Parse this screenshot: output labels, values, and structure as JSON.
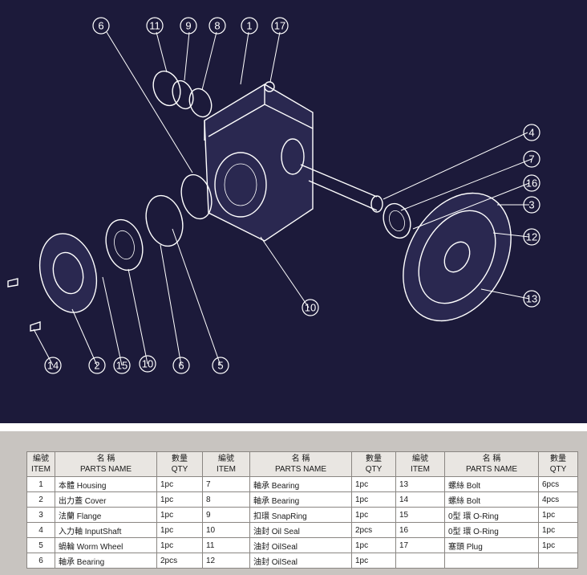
{
  "callouts": [
    "6",
    "11",
    "9",
    "8",
    "1",
    "17",
    "4",
    "7",
    "16",
    "3",
    "12",
    "13",
    "10",
    "14",
    "2",
    "15",
    "10",
    "6",
    "5"
  ],
  "table": {
    "headers": {
      "item_zh": "編號",
      "item_en": "ITEM",
      "name_zh": "名  稱",
      "name_en": "PARTS NAME",
      "qty_zh": "數量",
      "qty_en": "QTY"
    },
    "rows": [
      [
        {
          "item": "1",
          "name": "本體 Housing",
          "qty": "1pc"
        },
        {
          "item": "7",
          "name": "軸承 Bearing",
          "qty": "1pc"
        },
        {
          "item": "13",
          "name": "螺絲 Bolt",
          "qty": "6pcs"
        }
      ],
      [
        {
          "item": "2",
          "name": "出力蓋 Cover",
          "qty": "1pc"
        },
        {
          "item": "8",
          "name": "軸承 Bearing",
          "qty": "1pc"
        },
        {
          "item": "14",
          "name": "螺絲 Bolt",
          "qty": "4pcs"
        }
      ],
      [
        {
          "item": "3",
          "name": "法蘭 Flange",
          "qty": "1pc"
        },
        {
          "item": "9",
          "name": "扣環 SnapRing",
          "qty": "1pc"
        },
        {
          "item": "15",
          "name": "0型 環 O-Ring",
          "qty": "1pc"
        }
      ],
      [
        {
          "item": "4",
          "name": "入力軸 InputShaft",
          "qty": "1pc"
        },
        {
          "item": "10",
          "name": "油封 Oil Seal",
          "qty": "2pcs"
        },
        {
          "item": "16",
          "name": "0型 環 O-Ring",
          "qty": "1pc"
        }
      ],
      [
        {
          "item": "5",
          "name": "蝸輪 Worm Wheel",
          "qty": "1pc"
        },
        {
          "item": "11",
          "name": "油封 OilSeal",
          "qty": "1pc"
        },
        {
          "item": "17",
          "name": "塞頭 Plug",
          "qty": "1pc"
        }
      ],
      [
        {
          "item": "6",
          "name": "軸承 Bearing",
          "qty": "2pcs"
        },
        {
          "item": "12",
          "name": "油封 OilSeal",
          "qty": "1pc"
        },
        {
          "item": "",
          "name": "",
          "qty": ""
        }
      ]
    ]
  }
}
